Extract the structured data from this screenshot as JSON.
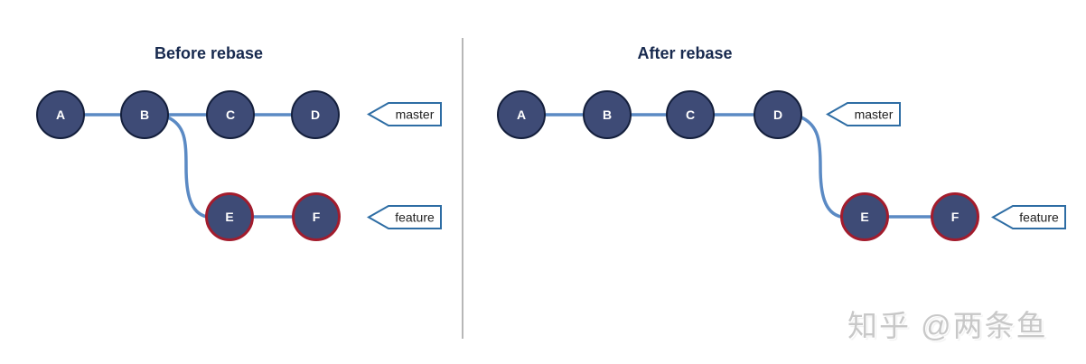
{
  "colors": {
    "node_fill": "#3E4B76",
    "node_border": "#141F3C",
    "feature_node_border": "#A21C2D",
    "edge": "#5B8AC4",
    "tag_border": "#2E6DA4",
    "tag_text": "#222222",
    "title": "#17294E",
    "divider": "#b7b7b7",
    "watermark": "#c8c8c8"
  },
  "before": {
    "title": "Before rebase",
    "branches": {
      "master": {
        "label": "master",
        "commits": [
          "A",
          "B",
          "C",
          "D"
        ]
      },
      "feature": {
        "label": "feature",
        "commits": [
          "E",
          "F"
        ],
        "base": "B"
      }
    },
    "edges": [
      [
        "A",
        "B"
      ],
      [
        "B",
        "C"
      ],
      [
        "C",
        "D"
      ],
      [
        "B",
        "E"
      ],
      [
        "E",
        "F"
      ]
    ]
  },
  "after": {
    "title": "After rebase",
    "branches": {
      "master": {
        "label": "master",
        "commits": [
          "A",
          "B",
          "C",
          "D"
        ]
      },
      "feature": {
        "label": "feature",
        "commits": [
          "E",
          "F"
        ],
        "base": "D"
      }
    },
    "edges": [
      [
        "A",
        "B"
      ],
      [
        "B",
        "C"
      ],
      [
        "C",
        "D"
      ],
      [
        "D",
        "E"
      ],
      [
        "E",
        "F"
      ]
    ]
  },
  "watermark": "知乎 @两条鱼"
}
